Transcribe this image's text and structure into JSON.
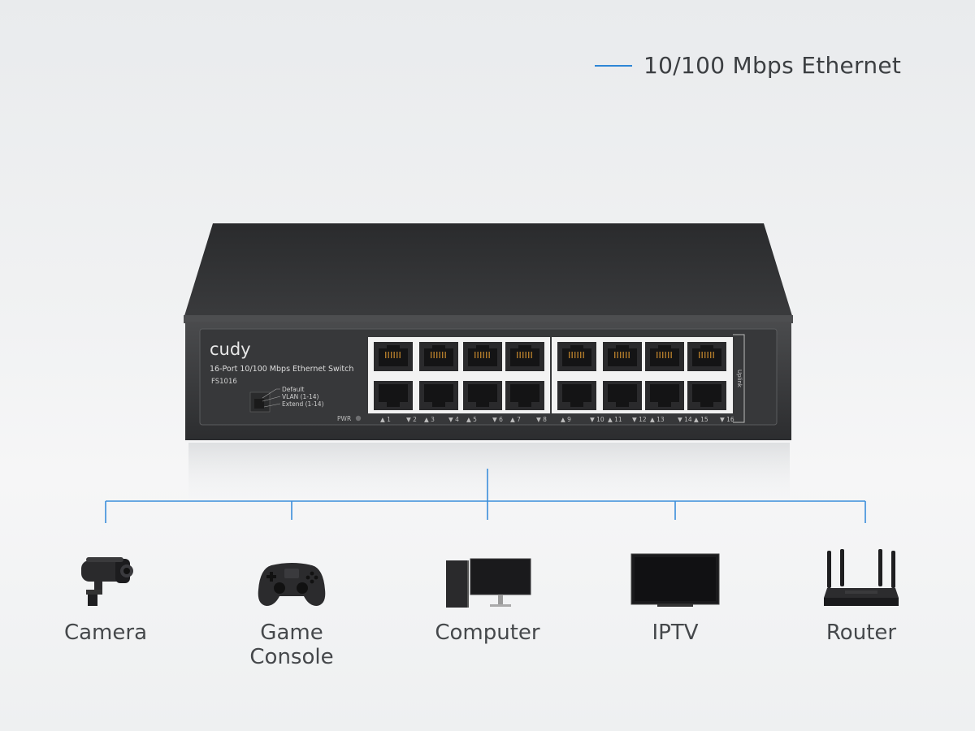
{
  "legend": {
    "label": "10/100 Mbps Ethernet",
    "color": "#2e86d6"
  },
  "switch": {
    "brand": "cudy",
    "model_title": "16-Port 10/100 Mbps Ethernet Switch",
    "model_id": "FS1016",
    "mode_options": [
      "Default",
      "VLAN (1-14)",
      "Extend (1-14)"
    ],
    "power_label": "PWR",
    "uplink_label": "Uplink",
    "port_labels": [
      "1",
      "2",
      "3",
      "4",
      "5",
      "6",
      "7",
      "8",
      "9",
      "10",
      "11",
      "12",
      "13",
      "14",
      "15",
      "16"
    ]
  },
  "devices": [
    {
      "name": "Camera",
      "icon": "camera-icon"
    },
    {
      "name": "Game Console",
      "icon": "gamepad-icon"
    },
    {
      "name": "Computer",
      "icon": "computer-icon"
    },
    {
      "name": "IPTV",
      "icon": "tv-icon"
    },
    {
      "name": "Router",
      "icon": "router-icon"
    }
  ]
}
